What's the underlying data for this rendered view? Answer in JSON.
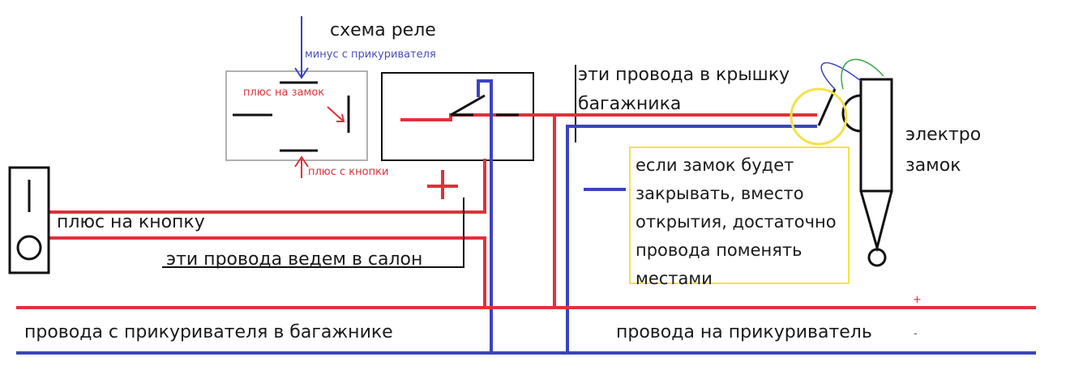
{
  "title": "схема реле",
  "labels": {
    "minus_from_lighter": "минус с прикуривателя",
    "plus_to_lock": "плюс на замок",
    "plus_from_button": "плюс с кнопки",
    "plus_sign": "+",
    "plus_to_button": "плюс на кнопку",
    "wires_to_cabin": "эти провода ведем в салон",
    "wires_trunk_lid_line1": "эти провода в крышку",
    "wires_trunk_lid_line2": "багажника",
    "electro_lock_line1": "электро",
    "electro_lock_line2": "замок",
    "wires_from_lighter_in_trunk": "провода с прикуривателя в багажнике",
    "wires_to_lighter": "провода на прикуриватель",
    "bus_plus": "+",
    "bus_minus": "-"
  },
  "note": {
    "lines": [
      "если замок будет",
      "закрывать, вместо",
      "открытия, достаточно",
      "провода поменять",
      "местами"
    ]
  },
  "colors": {
    "plus_wire": "#e0313a",
    "minus_wire": "#3b43c0",
    "outline": "#111111",
    "note_border": "#f2e24a",
    "highlight_circle": "#f2e24a",
    "extra_wire": "#3aa64a"
  }
}
